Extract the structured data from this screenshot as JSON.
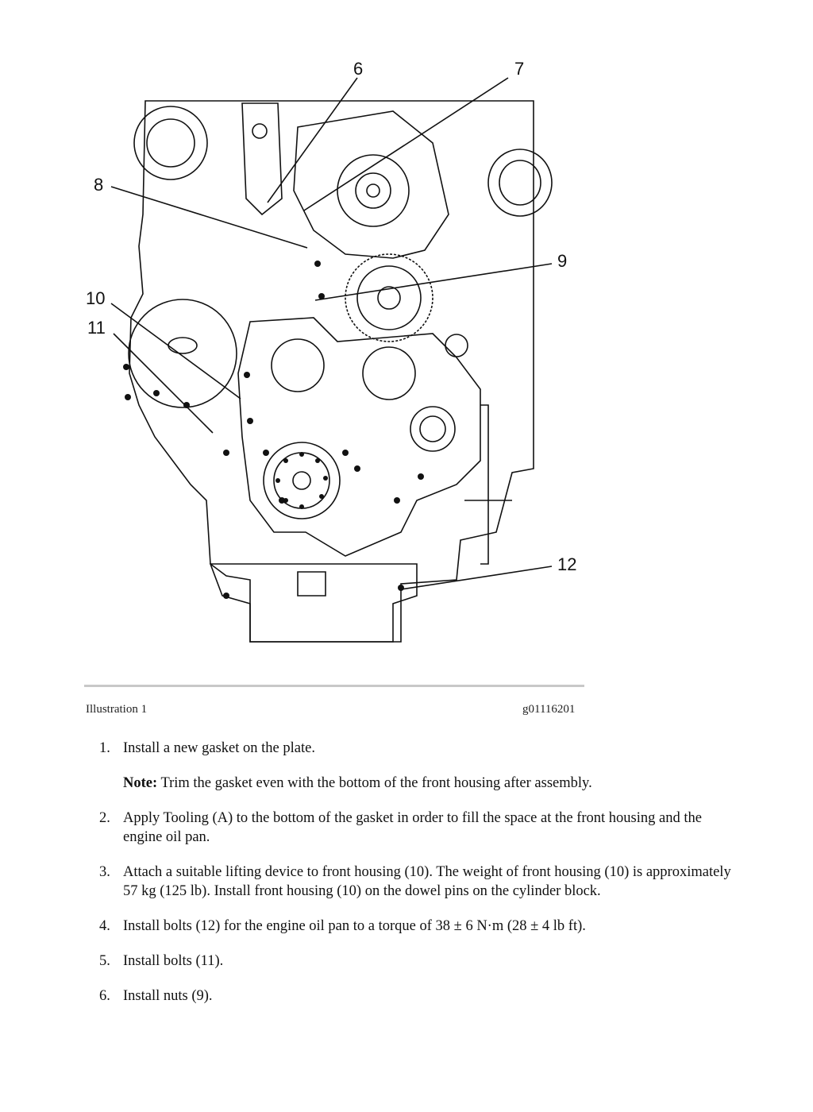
{
  "figure": {
    "callouts": [
      "6",
      "7",
      "8",
      "9",
      "10",
      "11",
      "12"
    ]
  },
  "caption": {
    "left": "Illustration 1",
    "right": "g01116201"
  },
  "steps": [
    {
      "num": "1.",
      "text": "Install a new gasket on the plate.",
      "note_label": "Note:",
      "note_text": " Trim the gasket even with the bottom of the front housing after assembly."
    },
    {
      "num": "2.",
      "text": "Apply Tooling (A) to the bottom of the gasket in order to fill the space at the front housing and the engine oil pan."
    },
    {
      "num": "3.",
      "text": "Attach a suitable lifting device to front housing (10). The weight of front housing (10) is approximately 57 kg (125 lb). Install front housing (10) on the dowel pins on the cylinder block."
    },
    {
      "num": "4.",
      "text": "Install bolts (12) for the engine oil pan to a torque of 38 ± 6 N·m (28 ± 4 lb ft)."
    },
    {
      "num": "5.",
      "text": "Install bolts (11)."
    },
    {
      "num": "6.",
      "text": "Install nuts (9)."
    }
  ]
}
